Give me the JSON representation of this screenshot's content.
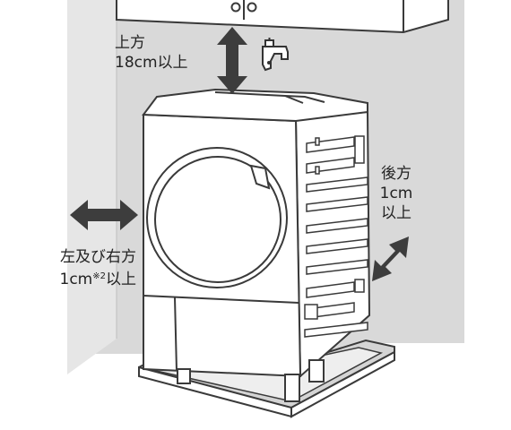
{
  "labels": {
    "top": {
      "line1": "上方",
      "line2": "18cm以上"
    },
    "back": {
      "line1": "後方",
      "line2": "1cm",
      "line3": "以上"
    },
    "sides": {
      "line1": "左及び右方",
      "line2_pre": "1cm",
      "line2_sup": "※2",
      "line2_post": "以上"
    }
  },
  "colors": {
    "wall": "#d9d9d9",
    "outline": "#3a3a3a",
    "arrow": "#3d3d3d",
    "text": "#222222"
  },
  "icons": [
    "faucet-icon",
    "double-arrow-icon"
  ]
}
